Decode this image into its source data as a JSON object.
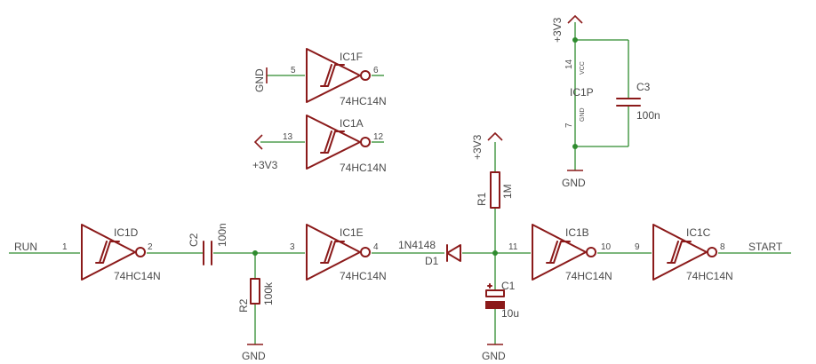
{
  "nets": {
    "run": "RUN",
    "start": "START",
    "gnd": "GND",
    "v3v3": "+3V3"
  },
  "gates": {
    "ic1d": {
      "name": "IC1D",
      "value": "74HC14N",
      "pin_in": "1",
      "pin_out": "2"
    },
    "ic1e": {
      "name": "IC1E",
      "value": "74HC14N",
      "pin_in": "3",
      "pin_out": "4"
    },
    "ic1b": {
      "name": "IC1B",
      "value": "74HC14N",
      "pin_in": "11",
      "pin_out": "10"
    },
    "ic1c": {
      "name": "IC1C",
      "value": "74HC14N",
      "pin_in": "9",
      "pin_out": "8"
    },
    "ic1f": {
      "name": "IC1F",
      "value": "74HC14N",
      "pin_in": "5",
      "pin_out": "6"
    },
    "ic1a": {
      "name": "IC1A",
      "value": "74HC14N",
      "pin_in": "13",
      "pin_out": "12"
    }
  },
  "power_unit": {
    "name": "IC1P",
    "vcc_pin": "14",
    "vcc_label": "VCC",
    "gnd_pin": "7",
    "gnd_label": "GND"
  },
  "components": {
    "c2": {
      "name": "C2",
      "value": "100n"
    },
    "r2": {
      "name": "R2",
      "value": "100k"
    },
    "r1": {
      "name": "R1",
      "value": "1M"
    },
    "d1": {
      "name": "D1",
      "value": "1N4148"
    },
    "c1": {
      "name": "C1",
      "value": "10u"
    },
    "c3": {
      "name": "C3",
      "value": "100n"
    }
  },
  "colors": {
    "wire": "#2e8b2e",
    "part": "#8b1a1a",
    "text": "#4a4a4a",
    "background": "#ffffff"
  }
}
